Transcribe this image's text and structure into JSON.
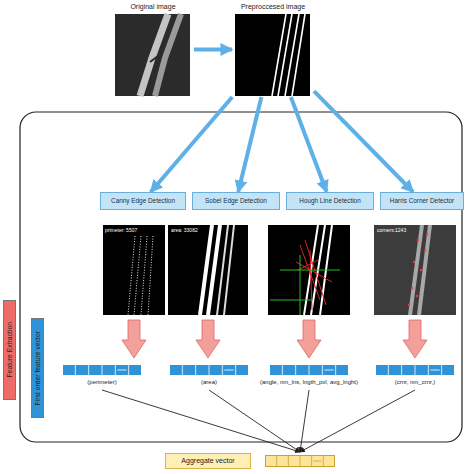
{
  "diagram": {
    "nodes": [
      {
        "text": [
          "Original image"
        ]
      },
      {
        "text": [
          "Preproccesed image"
        ]
      },
      {
        "text": [
          "Canny Edge Detection"
        ]
      },
      {
        "text": [
          "Sobel Edge Detection"
        ]
      },
      {
        "text": [
          "Hough Line Detection"
        ]
      },
      {
        "text": [
          "Harris Corner Detector"
        ]
      },
      {
        "text": [
          "Feature Extraction"
        ]
      },
      {
        "text": [
          "First order feature vector"
        ]
      },
      {
        "text": [
          "(perimeter)"
        ]
      },
      {
        "text": [
          "(area)"
        ]
      },
      {
        "text": [
          "(angle, nm_lns, lngth_pxl, avg_lnght)"
        ]
      },
      {
        "text": [
          "(crnr, nm_crnr,)"
        ]
      },
      {
        "text": [
          "Aggregate vector"
        ]
      }
    ],
    "edges": [
      {
        "from": 0,
        "to": 1,
        "arrow": "to"
      },
      {
        "from": 1,
        "to": 2,
        "arrow": "to"
      },
      {
        "from": 1,
        "to": 3,
        "arrow": "to"
      },
      {
        "from": 1,
        "to": 4,
        "arrow": "to"
      },
      {
        "from": 1,
        "to": 5,
        "arrow": "to"
      },
      {
        "from": 8,
        "to": 12,
        "arrow": "to"
      },
      {
        "from": 9,
        "to": 12,
        "arrow": "to"
      },
      {
        "from": 10,
        "to": 12,
        "arrow": "to"
      },
      {
        "from": 11,
        "to": 12,
        "arrow": "to"
      }
    ],
    "labels": [
      "primeter: 5507",
      "area: 33082",
      "corners:1243"
    ]
  }
}
